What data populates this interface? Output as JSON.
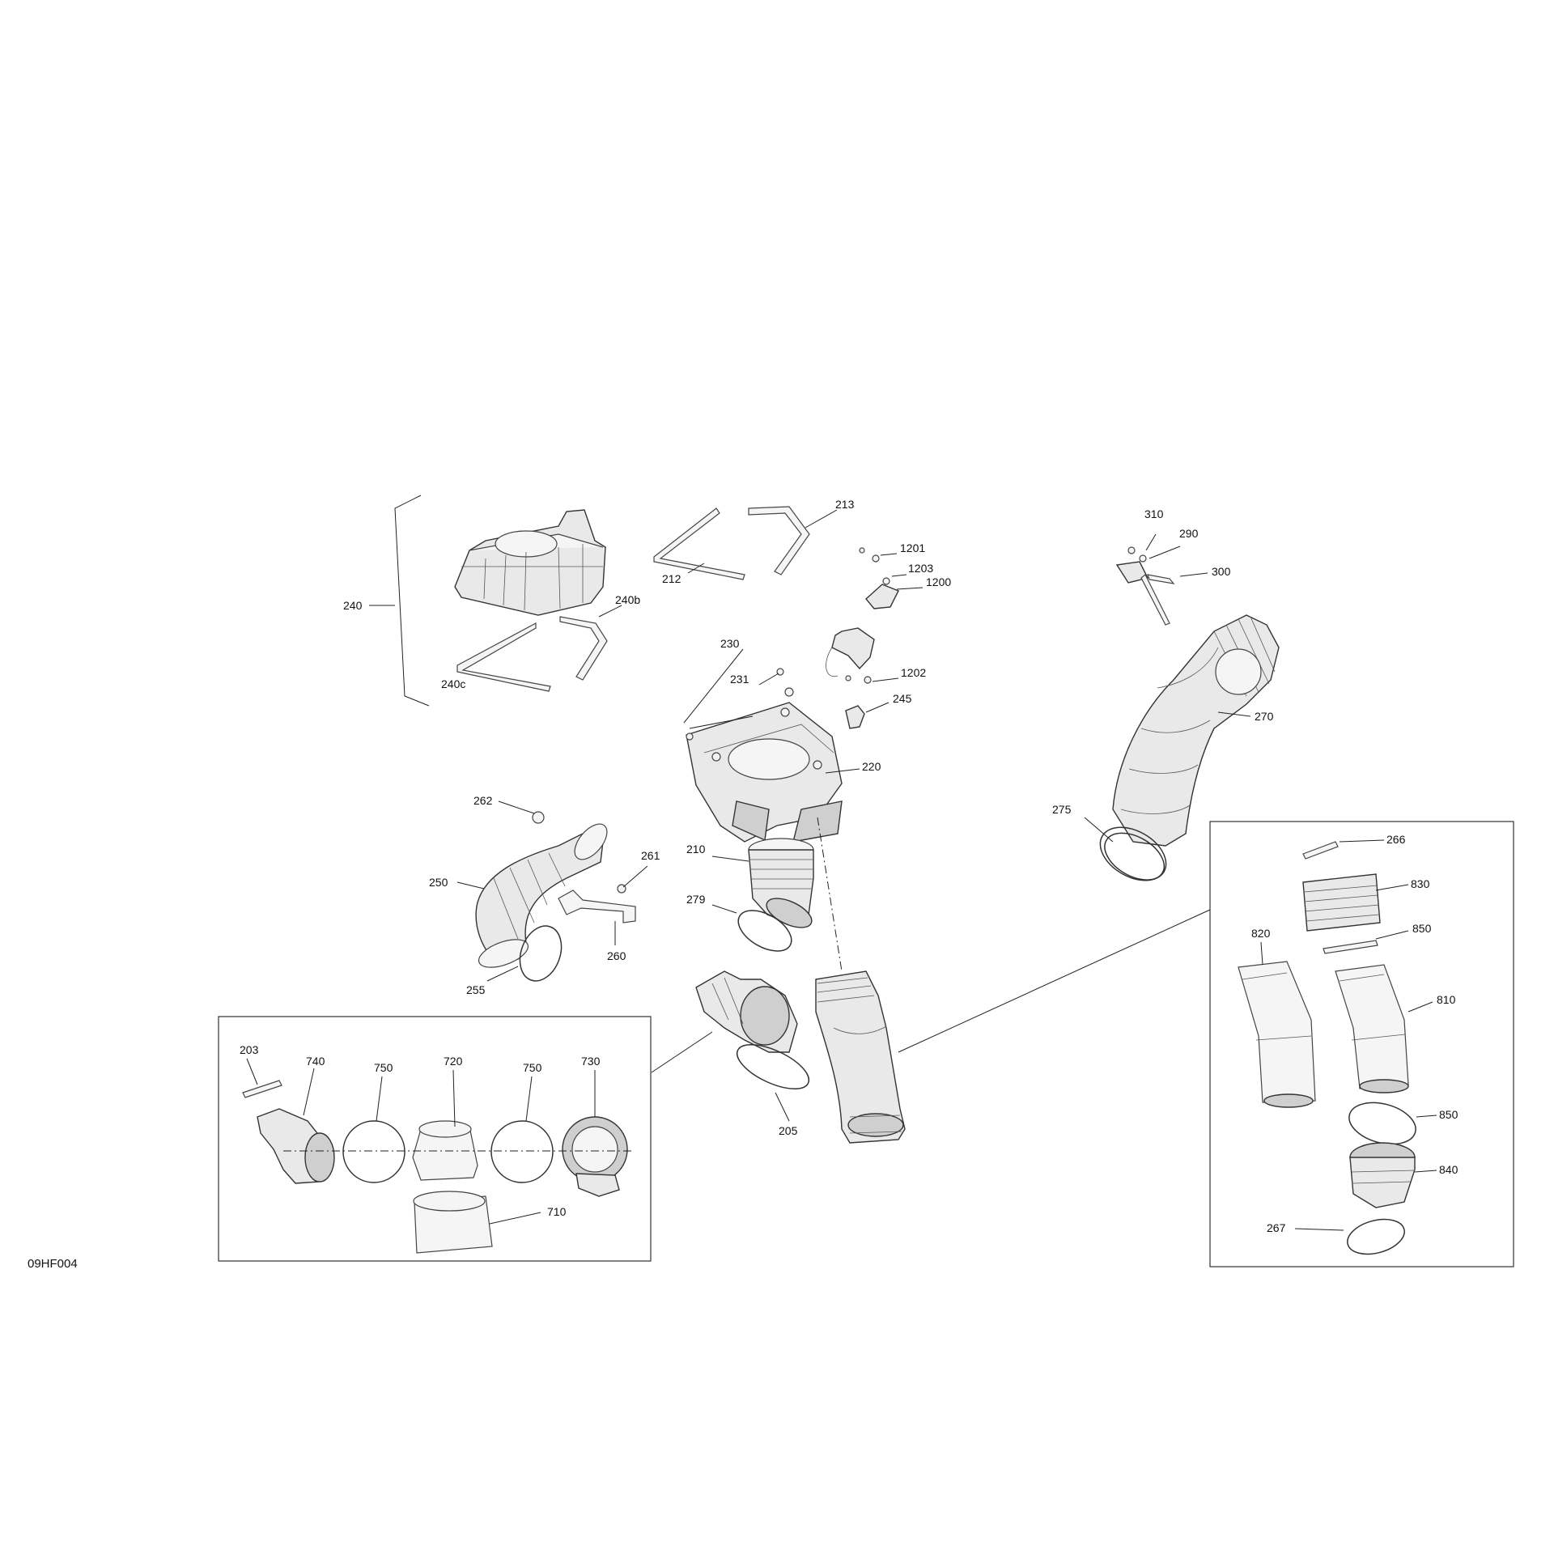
{
  "figure_id": "09HF004",
  "callouts": {
    "c203": "203",
    "c205": "205",
    "c210": "210",
    "c212": "212",
    "c213": "213",
    "c220": "220",
    "c230": "230",
    "c231": "231",
    "c240": "240",
    "c240b": "240b",
    "c240c": "240c",
    "c245": "245",
    "c250": "250",
    "c255": "255",
    "c260": "260",
    "c261": "261",
    "c262": "262",
    "c266": "266",
    "c267": "267",
    "c270": "270",
    "c275": "275",
    "c279": "279",
    "c290": "290",
    "c300": "300",
    "c310": "310",
    "c710": "710",
    "c720": "720",
    "c730": "730",
    "c740": "740",
    "c750a": "750",
    "c750b": "750",
    "c810": "810",
    "c820": "820",
    "c830": "830",
    "c840": "840",
    "c850a": "850",
    "c850b": "850",
    "c1200": "1200",
    "c1201": "1201",
    "c1202": "1202",
    "c1203": "1203"
  }
}
